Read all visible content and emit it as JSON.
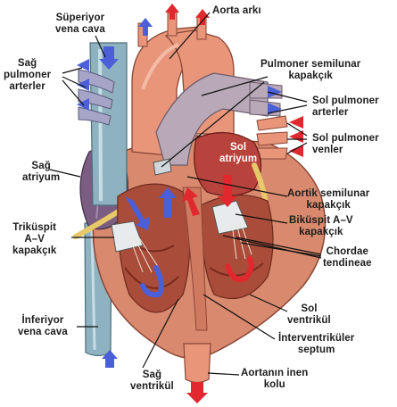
{
  "colors": {
    "background": "#ffffff",
    "oxygen_poor_blood": "#4a5fd8",
    "oxygen_rich_blood": "#e0282e",
    "vena_cava": "#8fb2c0",
    "aorta": "#e8957a",
    "heart_muscle": "#d98a6e",
    "atrium": "#7a5d80",
    "fat": "#e7c96a"
  },
  "labels": {
    "superior_vena_cava": "Süperiyor\nvena cava",
    "aortic_arch": "Aorta arkı",
    "right_pulmonary_arteries": "Sağ\npulmoner\narterler",
    "pulmonary_semilunar_valve": "Pulmoner semilunar\nkapakçık",
    "left_pulmonary_arteries": "Sol pulmoner\narterler",
    "left_pulmonary_veins": "Sol pulmoner\nvenler",
    "right_atrium": "Sağ\natriyum",
    "left_atrium": "Sol\natriyum",
    "aortic_semilunar_valve": "Aortik semilunar\nkapakçık",
    "bicuspid_valve": "Biküspit A–V\nkapakçık",
    "tricuspid_valve": "Triküspit\nA–V\nkapakçık",
    "chordae_tendineae": "Chordae\ntendineae",
    "left_ventricle": "Sol\nventrikül",
    "inferior_vena_cava": "İnferiyor\nvena cava",
    "interventricular_septum": "İnterventriküler\nseptum",
    "right_ventricle": "Sağ\nventrikül",
    "descending_aorta": "Aortanın inen\nkolu"
  }
}
